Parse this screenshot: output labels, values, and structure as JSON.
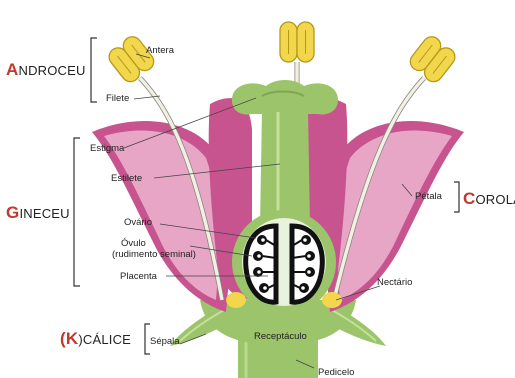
{
  "colors": {
    "petal_outer": "#c7548e",
    "petal_inner": "#e8a6c6",
    "gynoecium": "#9cc46b",
    "gynoecium_light": "#c4e09a",
    "anther": "#f2d64b",
    "anther_outline": "#b39a1a",
    "filament": "#f2f0e6",
    "ovary_inner": "#e9f2de",
    "ovule": "#111111",
    "accent_letter": "#c0392b"
  },
  "groups": {
    "androceu": {
      "initial": "A",
      "rest": "NDROCEU"
    },
    "gineceu": {
      "initial": "G",
      "rest": "INECEU"
    },
    "corola": {
      "initial": "C",
      "rest": "OROLA"
    },
    "calice": {
      "prefix": "(",
      "initial": "K",
      "suffix": ")CÁLICE"
    }
  },
  "labels": {
    "antera": "Antera",
    "filete": "Filete",
    "estigma": "Estigma",
    "estilete": "Estilete",
    "ovario": "Ovário",
    "ovulo_line1": "Óvulo",
    "ovulo_line2": "(rudimento seminal)",
    "placenta": "Placenta",
    "petala": "Pétala",
    "nectario": "Nectário",
    "sepala": "Sépala",
    "receptaculo": "Receptáculo",
    "pedicelo": "Pedicelo"
  }
}
